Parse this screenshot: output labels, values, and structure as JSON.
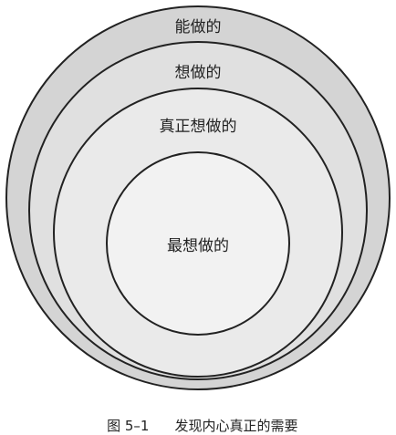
{
  "diagram": {
    "rings": [
      {
        "label": "能做的",
        "fill": "#d4d4d4"
      },
      {
        "label": "想做的",
        "fill": "#e0e0e0"
      },
      {
        "label": "真正想做的",
        "fill": "#eaeaea"
      },
      {
        "label": "最想做的",
        "fill": "#f2f2f2"
      }
    ],
    "stroke_color": "#222222"
  },
  "caption": {
    "figure_number": "图 5–1",
    "title": "发现内心真正的需要"
  }
}
